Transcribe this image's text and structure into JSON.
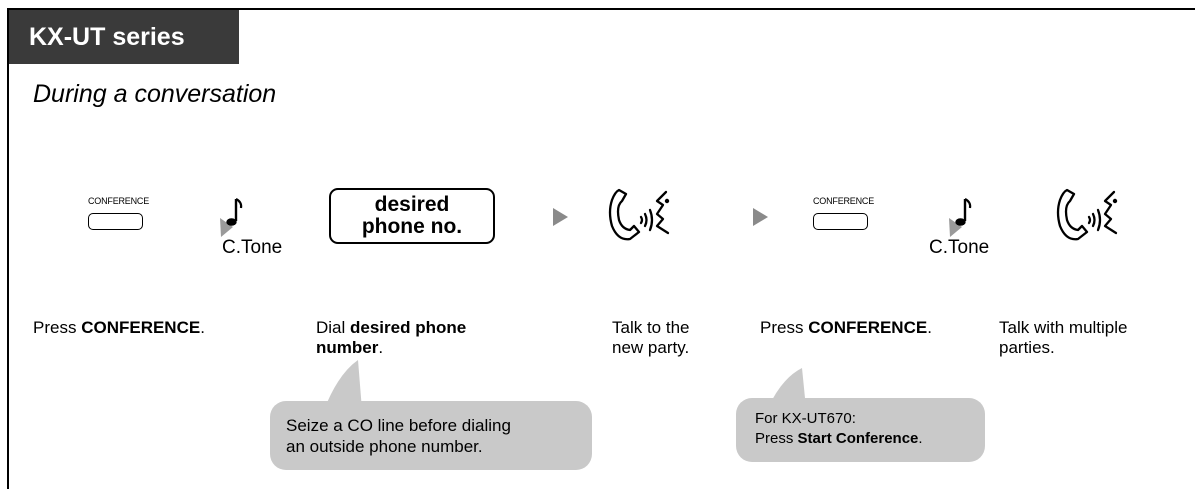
{
  "header": {
    "series": "KX-UT series"
  },
  "subtitle": "During a conversation",
  "buttons": {
    "conference_label": "CONFERENCE"
  },
  "tone": {
    "label": "C.Tone"
  },
  "dial": {
    "line1": "desired",
    "line2": "phone no."
  },
  "steps": [
    {
      "prefix": "Press ",
      "bold": "CONFERENCE",
      "suffix": "."
    },
    {
      "prefix": "Dial ",
      "bold": "desired phone number",
      "suffix": "."
    },
    {
      "prefix": "Talk to the new party.",
      "bold": "",
      "suffix": ""
    },
    {
      "prefix": "Press ",
      "bold": "CONFERENCE",
      "suffix": "."
    },
    {
      "prefix": "Talk with multiple parties.",
      "bold": "",
      "suffix": ""
    }
  ],
  "steps_text": {
    "s1_prefix": "Press ",
    "s1_bold": "CONFERENCE",
    "s1_suffix": ".",
    "s2_prefix": "Dial ",
    "s2_bold_a": "desired phone",
    "s2_bold_b": "number",
    "s2_suffix": ".",
    "s3_line1": "Talk to the",
    "s3_line2": "new party.",
    "s4_prefix": "Press ",
    "s4_bold": "CONFERENCE",
    "s4_suffix": ".",
    "s5_line1": "Talk with multiple",
    "s5_line2": "parties."
  },
  "notes": {
    "note1_line1": "Seize a CO line before dialing",
    "note1_line2": "an outside phone number.",
    "note2_line1": "For KX-UT670:",
    "note2_prefix": "Press ",
    "note2_bold": "Start Conference",
    "note2_suffix": "."
  },
  "colors": {
    "tab_bg": "#3a3a3a",
    "bubble": "#c9c9c9",
    "arrow": "#8a8a8a",
    "tone_arrow": "#9a9a9a"
  },
  "icons": [
    "conference-button-icon",
    "confirmation-tone-icon",
    "talk-icon",
    "next-arrow-icon"
  ]
}
